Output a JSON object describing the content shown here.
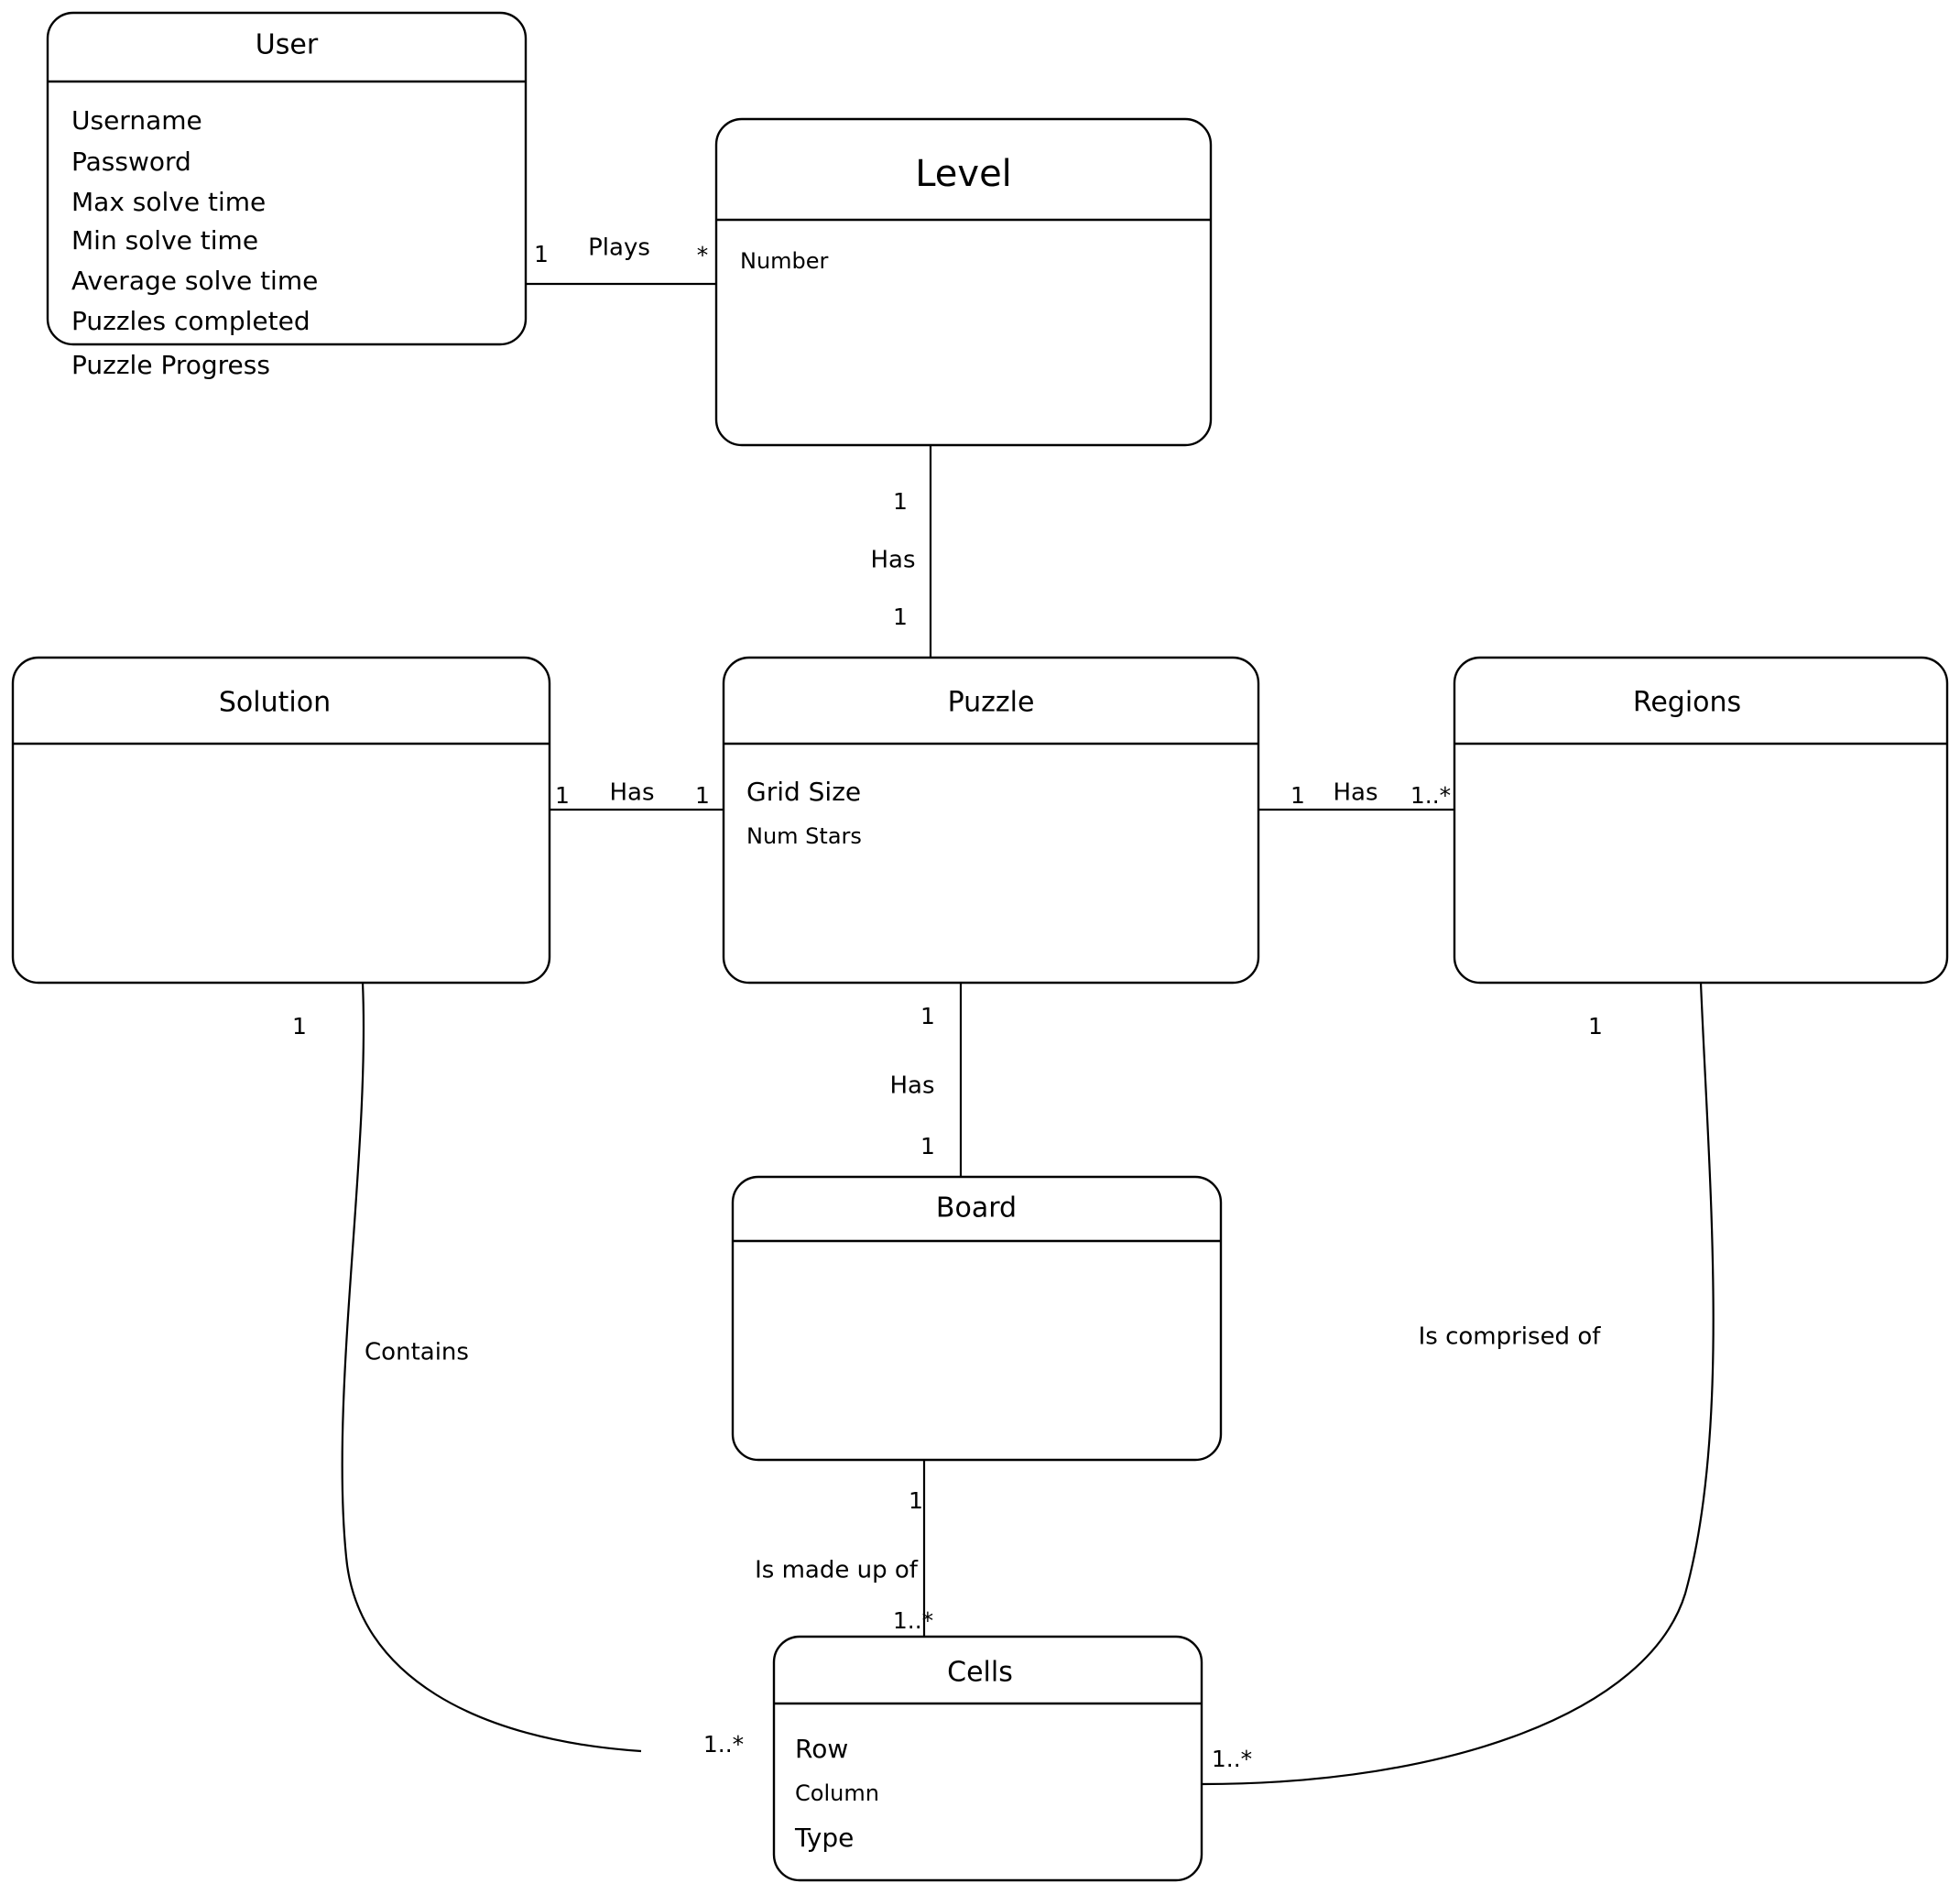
{
  "diagram": {
    "type": "uml-class-diagram",
    "title": "",
    "background_color": "#ffffff",
    "stroke_color": "#000000"
  },
  "classes": [
    {
      "id": "user",
      "name": "User",
      "attributes": [
        "Username",
        "Password",
        "Max solve time",
        "Min solve time",
        "Average solve time",
        "Puzzles completed",
        "Puzzle Progress"
      ]
    },
    {
      "id": "level",
      "name": "Level",
      "attributes": [
        "Number"
      ]
    },
    {
      "id": "solution",
      "name": "Solution",
      "attributes": []
    },
    {
      "id": "puzzle",
      "name": "Puzzle",
      "attributes": [
        "Grid Size",
        "Num Stars"
      ]
    },
    {
      "id": "regions",
      "name": "Regions",
      "attributes": []
    },
    {
      "id": "board",
      "name": "Board",
      "attributes": []
    },
    {
      "id": "cells",
      "name": "Cells",
      "attributes": [
        "Row",
        "Column",
        "Type"
      ]
    }
  ],
  "associations": [
    {
      "id": "user-plays-level",
      "from": "user",
      "to": "level",
      "label": "Plays",
      "from_multiplicity": "1",
      "to_multiplicity": "*"
    },
    {
      "id": "level-has-puzzle",
      "from": "level",
      "to": "puzzle",
      "label": "Has",
      "from_multiplicity": "1",
      "to_multiplicity": "1"
    },
    {
      "id": "solution-has-puzzle",
      "from": "solution",
      "to": "puzzle",
      "label": "Has",
      "from_multiplicity": "1",
      "to_multiplicity": "1"
    },
    {
      "id": "puzzle-has-regions",
      "from": "puzzle",
      "to": "regions",
      "label": "Has",
      "from_multiplicity": "1",
      "to_multiplicity": "1..*"
    },
    {
      "id": "puzzle-has-board",
      "from": "puzzle",
      "to": "board",
      "label": "Has",
      "from_multiplicity": "1",
      "to_multiplicity": "1"
    },
    {
      "id": "board-is-made-up-of-cells",
      "from": "board",
      "to": "cells",
      "label": "Is made up of",
      "from_multiplicity": "1",
      "to_multiplicity": "1..*"
    },
    {
      "id": "solution-contains-cells",
      "from": "solution",
      "to": "cells",
      "label": "Contains",
      "from_multiplicity": "1",
      "to_multiplicity": "1..*"
    },
    {
      "id": "regions-is-comprised-of-cells",
      "from": "regions",
      "to": "cells",
      "label": "Is comprised of",
      "from_multiplicity": "1",
      "to_multiplicity": "1..*"
    }
  ]
}
